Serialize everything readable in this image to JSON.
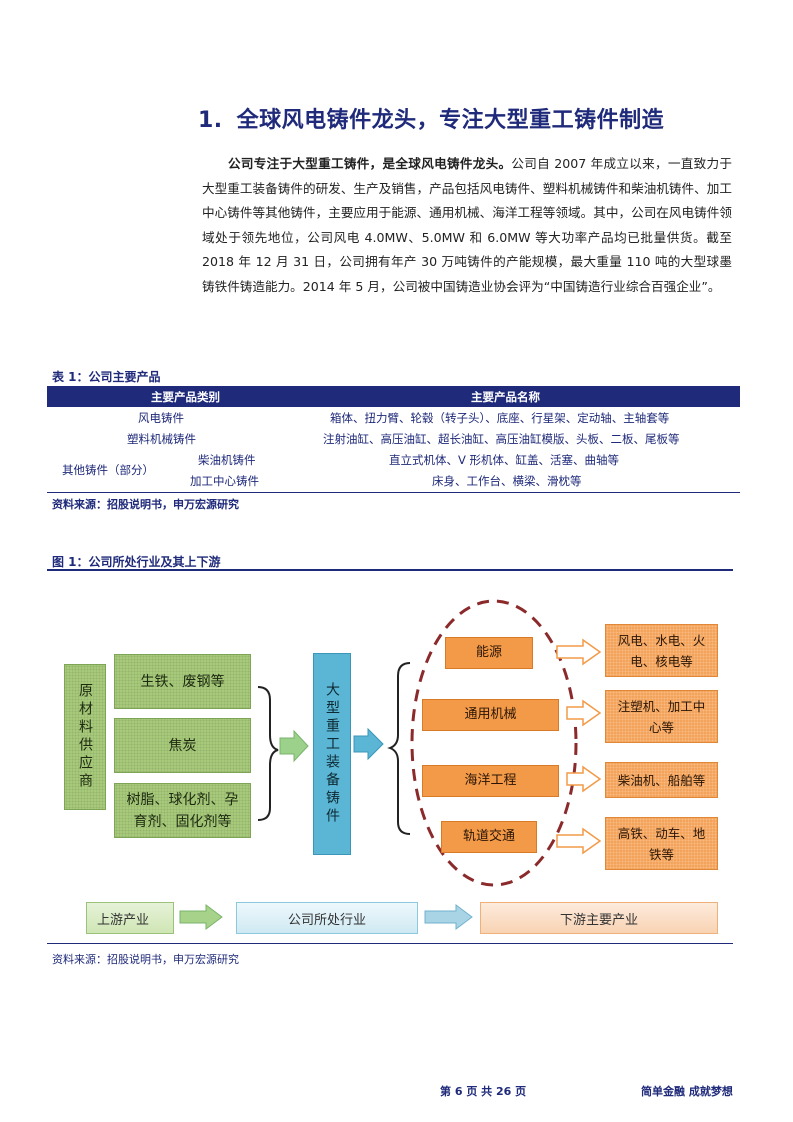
{
  "section": {
    "number": "1.",
    "title": "全球风电铸件龙头，专注大型重工铸件制造"
  },
  "paragraph": {
    "bold_lead": "公司专注于大型重工铸件，是全球风电铸件龙头。",
    "text": "公司自 2007 年成立以来，一直致力于大型重工装备铸件的研发、生产及销售，产品包括风电铸件、塑料机械铸件和柴油机铸件、加工中心铸件等其他铸件，主要应用于能源、通用机械、海洋工程等领域。其中，公司在风电铸件领域处于领先地位，公司风电 4.0MW、5.0MW 和 6.0MW 等大功率产品均已批量供货。截至 2018 年 12 月 31 日，公司拥有年产 30 万吨铸件的产能规模，最大重量 110 吨的大型球墨铸铁件铸造能力。2014 年 5 月，公司被中国铸造业协会评为“中国铸造行业综合百强企业”。"
  },
  "table": {
    "title": "表 1：公司主要产品",
    "headers": [
      "主要产品类别",
      "主要产品名称"
    ],
    "rows": [
      {
        "category": "风电铸件",
        "names": "箱体、扭力臂、轮毂（转子头）、底座、行星架、定动轴、主轴套等"
      },
      {
        "category": "塑料机械铸件",
        "names": "注射油缸、高压油缸、超长油缸、高压油缸模版、头板、二板、尾板等"
      },
      {
        "group": "其他铸件（部分）",
        "category": "柴油机铸件",
        "names": "直立式机体、V 形机体、缸盖、活塞、曲轴等"
      },
      {
        "category": "加工中心铸件",
        "names": "床身、工作台、横梁、滑枕等"
      }
    ],
    "source": "资料来源：招股说明书，申万宏源研究"
  },
  "figure": {
    "title": "图 1：公司所处行业及其上下游",
    "raw_supply_label": "原材料供应商",
    "materials": [
      "生铁、废钢等",
      "焦炭",
      "树脂、球化剂、孕育剂、固化剂等"
    ],
    "industry_label": "大型重工装备铸件",
    "applications": [
      "能源",
      "通用机械",
      "海洋工程",
      "轨道交通"
    ],
    "downstream": [
      "风电、水电、火电、核电等",
      "注塑机、加工中心等",
      "柴油机、船舶等",
      "高铁、动车、地铁等"
    ],
    "legend": [
      "上游产业",
      "公司所处行业",
      "下游主要产业"
    ],
    "source": "资料来源：招股说明书，申万宏源研究",
    "colors": {
      "green": "#a6c97a",
      "blue": "#5ab6d4",
      "orange": "#f39a48",
      "dashed_ellipse": "#8b2a2a"
    }
  },
  "footer": {
    "page": "第 6 页 共 26 页",
    "slogan": "简单金融 成就梦想"
  }
}
